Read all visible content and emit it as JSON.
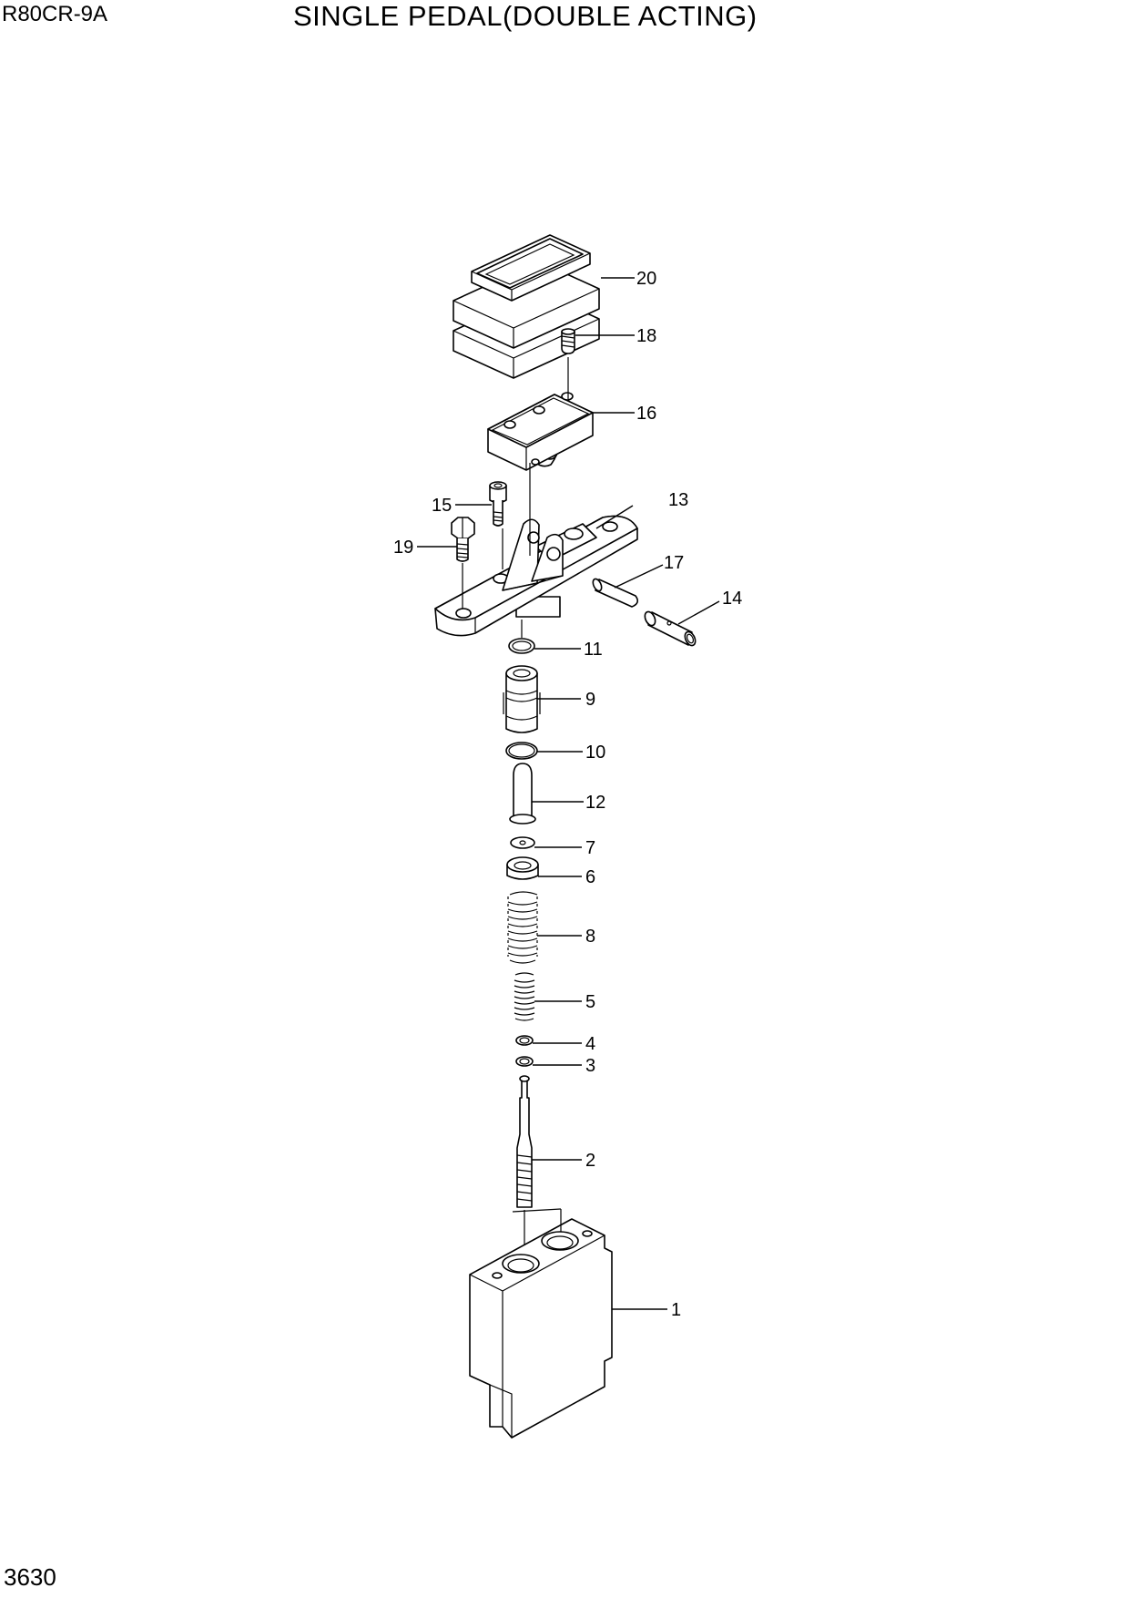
{
  "header": {
    "model_code": "R80CR-9A",
    "title": "SINGLE PEDAL(DOUBLE ACTING)"
  },
  "footer": {
    "page_number": "3630"
  },
  "callouts": [
    "20",
    "18",
    "16",
    "13",
    "15",
    "19",
    "17",
    "14",
    "11",
    "9",
    "10",
    "12",
    "7",
    "6",
    "8",
    "5",
    "4",
    "3",
    "2",
    "1"
  ]
}
